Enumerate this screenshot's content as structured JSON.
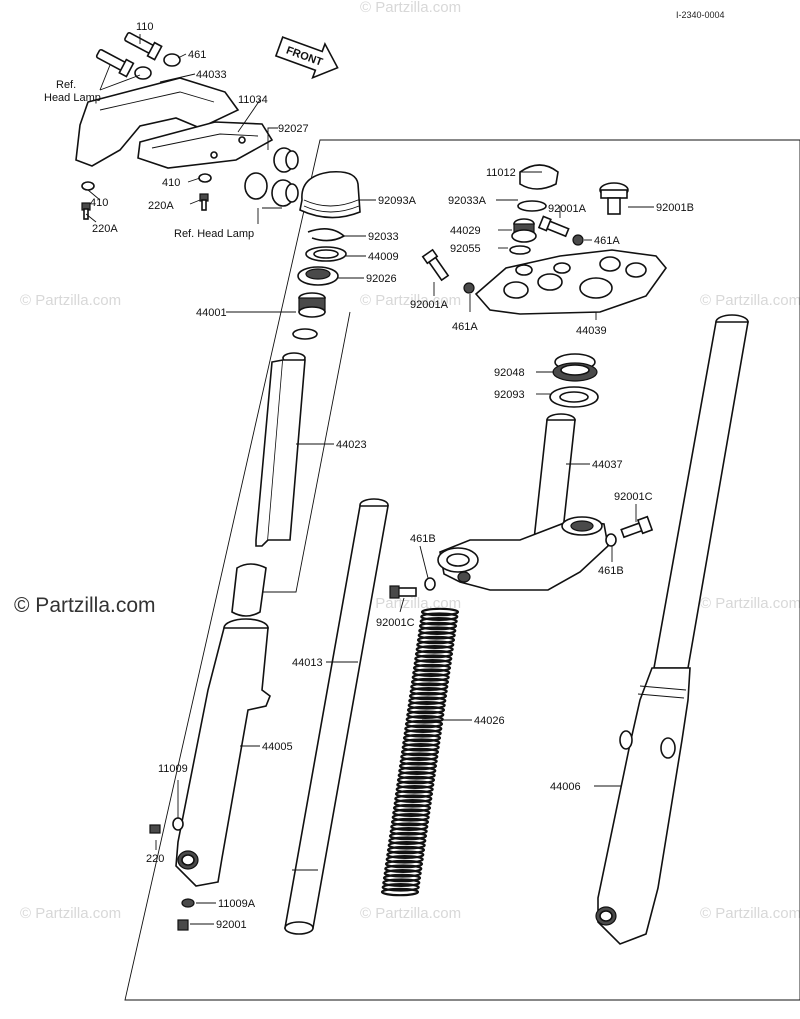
{
  "diagram": {
    "code": "I-2340-0004",
    "front_label": "FRONT",
    "watermark": "© Partzilla.com",
    "parts": {
      "p110": "110",
      "p461": "461",
      "p44033": "44033",
      "ref_head_lamp_1a": "Ref.",
      "ref_head_lamp_1b": "Head Lamp",
      "p11034": "11034",
      "p92027": "92027",
      "p410_a": "410",
      "p410_b": "410",
      "p220A_a": "220A",
      "p220A_b": "220A",
      "ref_head_lamp_2": "Ref.  Head Lamp",
      "p92093A": "92093A",
      "p92033": "92033",
      "p44009": "44009",
      "p92026": "92026",
      "p44001": "44001",
      "p44023": "44023",
      "p44013": "44013",
      "p44005": "44005",
      "p11009": "11009",
      "p220": "220",
      "p11009A": "11009A",
      "p92001": "92001",
      "p11012": "11012",
      "p92033A": "92033A",
      "p92001A_a": "92001A",
      "p92001B": "92001B",
      "p44029": "44029",
      "p461A_a": "461A",
      "p92055": "92055",
      "p92001A_b": "92001A",
      "p461A_b": "461A",
      "p44039": "44039",
      "p92048": "92048",
      "p92093": "92093",
      "p44037": "44037",
      "p92001C_a": "92001C",
      "p461B_a": "461B",
      "p461B_b": "461B",
      "p92001C_b": "92001C",
      "p44026": "44026",
      "p44006": "44006"
    }
  },
  "colors": {
    "ink": "#111111",
    "watermark": "#d8d8d8",
    "shade": "#4a4a4a"
  }
}
